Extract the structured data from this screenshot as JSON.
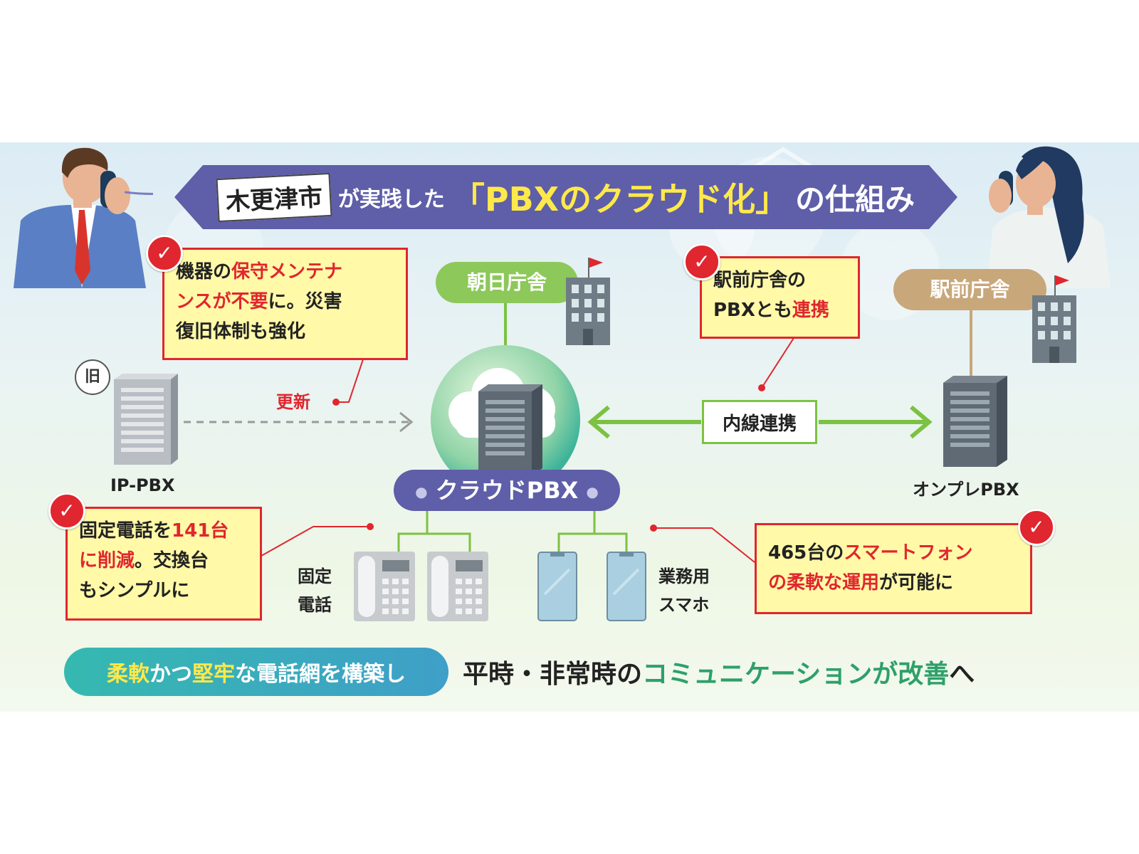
{
  "title": {
    "city": "木更津市",
    "mid": "が実践した",
    "key": "「PBXのクラウド化」",
    "end": "の仕組み"
  },
  "callouts": {
    "maintenance": {
      "pre": "機器の",
      "em1": "保守メンテナ",
      "em2": "ンスが不要",
      "post1": "に。災害",
      "post2": "復旧体制も強化"
    },
    "ekimae_link": {
      "line1": "駅前庁舎の",
      "pre": "PBXとも",
      "em": "連携"
    },
    "fixed_phones": {
      "pre": "固定電話を",
      "em1": "141台",
      "em2": "に削減",
      "post1": "。交換台",
      "post2": "もシンプルに"
    },
    "smartphones": {
      "pre": "465台の",
      "em1": "スマートフォン",
      "em2": "の柔軟な運用",
      "post": "が可能に"
    }
  },
  "check_icon": "✓",
  "old_badge": "旧",
  "labels": {
    "ip_pbx": "IP-PBX",
    "update": "更新",
    "asahi": "朝日庁舎",
    "ekimae": "駅前庁舎",
    "cloud_pbx": "クラウドPBX",
    "extension_link": "内線連携",
    "onprem_pbx": "オンプレPBX",
    "fixed_phone_1": "固定",
    "fixed_phone_2": "電話",
    "biz_phone_1": "業務用",
    "biz_phone_2": "スマホ"
  },
  "bottom": {
    "pill_1": "柔軟",
    "pill_2": "かつ",
    "pill_3": "堅牢",
    "pill_4": "な電話網を構築し",
    "text_1": "平時・非常時の",
    "text_2": "コミュニケーションが改善",
    "text_3": "へ"
  },
  "colors": {
    "accent_red": "#e0262e",
    "title_purple": "#5f5ea8",
    "asahi_green": "#8dc85a",
    "ekimae_tan": "#c8a77a",
    "link_green": "#7cc242",
    "callout_yellow": "#fff9a8"
  },
  "icons": [
    "man-on-phone-icon",
    "woman-on-phone-icon",
    "server-icon",
    "cloud-icon",
    "building-icon",
    "desk-phone-icon",
    "smartphone-icon",
    "check-icon"
  ]
}
